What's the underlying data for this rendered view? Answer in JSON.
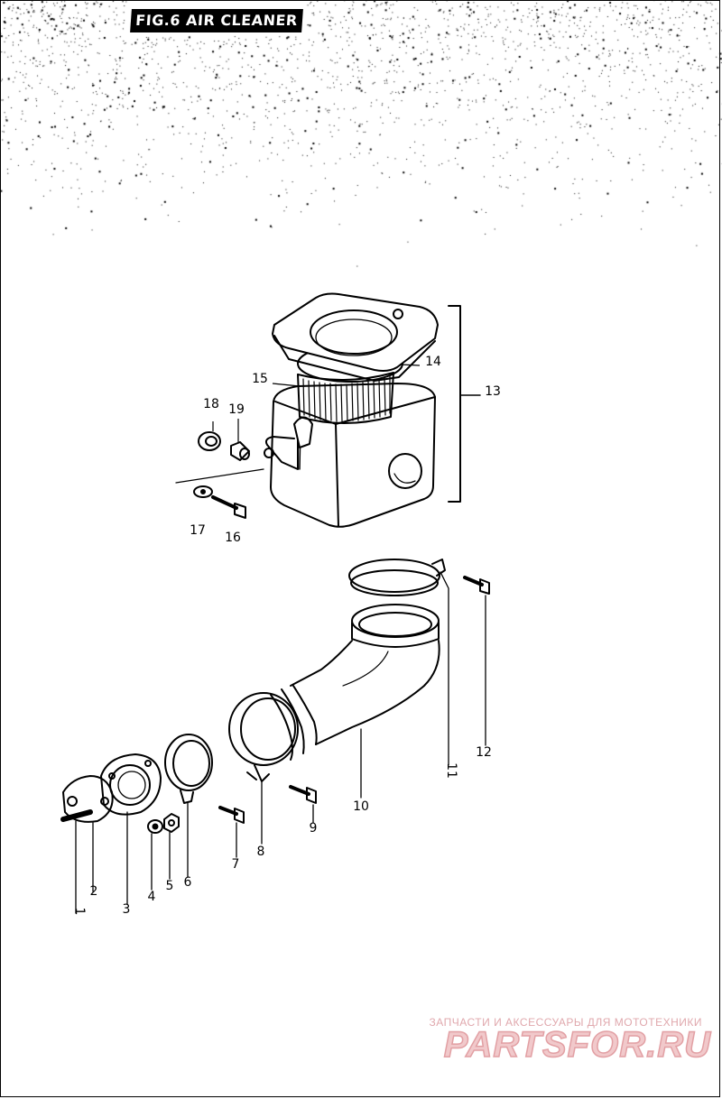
{
  "title": "FIG.6 AIR CLEANER",
  "watermark": {
    "tagline": "ЗАПЧАСТИ И АКСЕССУАРЫ ДЛЯ МОТОТЕХНИКИ",
    "brand": "PARTSFOR.RU",
    "color": "#e2a0a4"
  },
  "callouts": [
    "1",
    "2",
    "3",
    "4",
    "5",
    "6",
    "7",
    "8",
    "9",
    "10",
    "11",
    "12",
    "13",
    "14",
    "15",
    "16",
    "17",
    "18",
    "19"
  ],
  "parts": [
    "intake-pipe",
    "flange-plate",
    "gasket-flange",
    "washer",
    "nut",
    "hose-clamp",
    "screw",
    "hose-clamp",
    "screw",
    "intake-elbow-hose",
    "hose-clamp",
    "screw",
    "air-cleaner-case-assy",
    "cap",
    "filter-element",
    "bolt",
    "washer",
    "grommet",
    "collar"
  ]
}
